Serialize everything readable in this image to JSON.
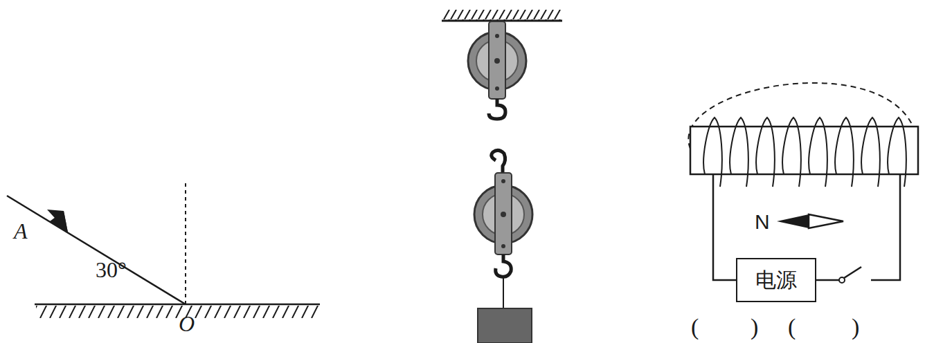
{
  "diagram": {
    "nodes": [
      {
        "text": [
          "电源"
        ]
      }
    ],
    "labels": [
      "A",
      "30°",
      "O",
      "N",
      "(",
      ")",
      "(",
      ")"
    ]
  }
}
